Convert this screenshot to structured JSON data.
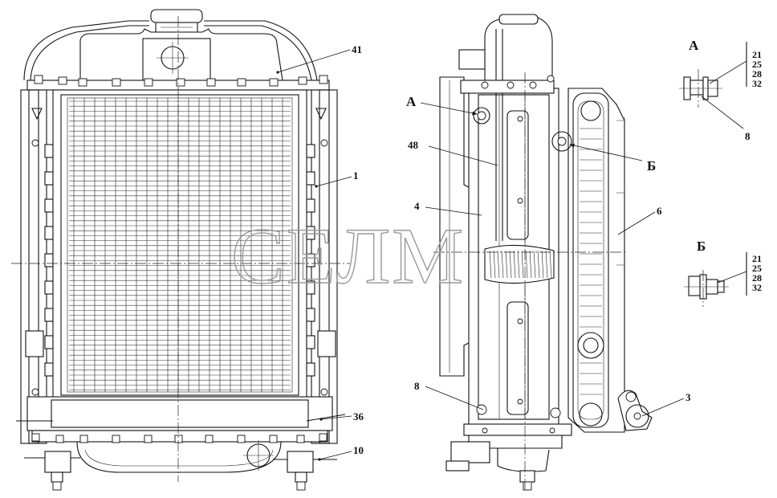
{
  "watermark": "СЕЛМ",
  "callouts": {
    "front": {
      "c41": "41",
      "c1": "1",
      "c36": "36",
      "c10": "10"
    },
    "side": {
      "viewA": "А",
      "viewB": "Б",
      "c48": "48",
      "c4": "4",
      "c6": "6",
      "c8": "8",
      "c3": "3"
    }
  },
  "detail_a": {
    "letter": "А",
    "parts": [
      "21",
      "25",
      "28",
      "32"
    ],
    "leader": "8"
  },
  "detail_b": {
    "letter": "Б",
    "parts": [
      "21",
      "25",
      "28",
      "32"
    ]
  }
}
